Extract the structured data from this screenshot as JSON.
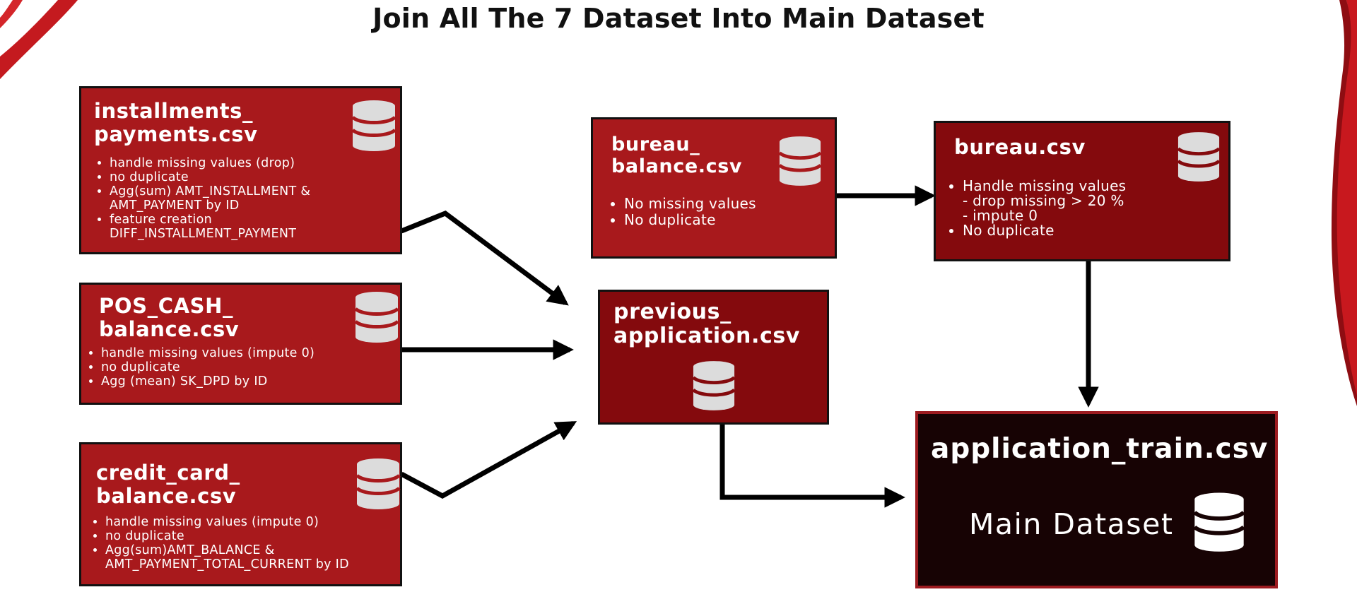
{
  "title": "Join All The 7 Dataset Into Main Dataset",
  "colors": {
    "box_red": "#a8191c",
    "box_dark": "#840a0d",
    "box_main": "#170304",
    "main_border": "#9c1b20",
    "arrow": "#000000"
  },
  "nodes": {
    "installments": {
      "name": "installments_\npayments.csv",
      "bullets": [
        "handle missing values (drop)",
        "no duplicate",
        "Agg(sum) AMT_INSTALLMENT &\nAMT_PAYMENT by ID",
        "feature creation\nDIFF_INSTALLMENT_PAYMENT"
      ],
      "icon": "database-icon"
    },
    "pos_cash": {
      "name": "POS_CASH_\nbalance.csv",
      "bullets": [
        "handle missing values (impute 0)",
        "no duplicate",
        "Agg (mean) SK_DPD by ID"
      ],
      "icon": "database-icon"
    },
    "credit_card": {
      "name": "credit_card_\nbalance.csv",
      "bullets": [
        "handle missing values (impute 0)",
        "no duplicate",
        "Agg(sum)AMT_BALANCE &\nAMT_PAYMENT_TOTAL_CURRENT by ID"
      ],
      "icon": "database-icon"
    },
    "bureau_balance": {
      "name": "bureau_\nbalance.csv",
      "bullets": [
        "No missing values",
        "No duplicate"
      ],
      "icon": "database-icon"
    },
    "bureau": {
      "name": "bureau.csv",
      "bullets": [
        "Handle missing values\n- drop missing > 20 %\n- impute 0",
        "No duplicate"
      ],
      "icon": "database-icon"
    },
    "previous_application": {
      "name": "previous_\napplication.csv",
      "icon": "database-icon"
    },
    "application_train": {
      "name": "application_train.csv",
      "subtitle": "Main Dataset",
      "icon": "database-icon"
    }
  },
  "edges": [
    {
      "from": "installments",
      "to": "previous_application"
    },
    {
      "from": "pos_cash",
      "to": "previous_application"
    },
    {
      "from": "credit_card",
      "to": "previous_application"
    },
    {
      "from": "bureau_balance",
      "to": "bureau"
    },
    {
      "from": "bureau",
      "to": "application_train"
    },
    {
      "from": "previous_application",
      "to": "application_train"
    }
  ]
}
